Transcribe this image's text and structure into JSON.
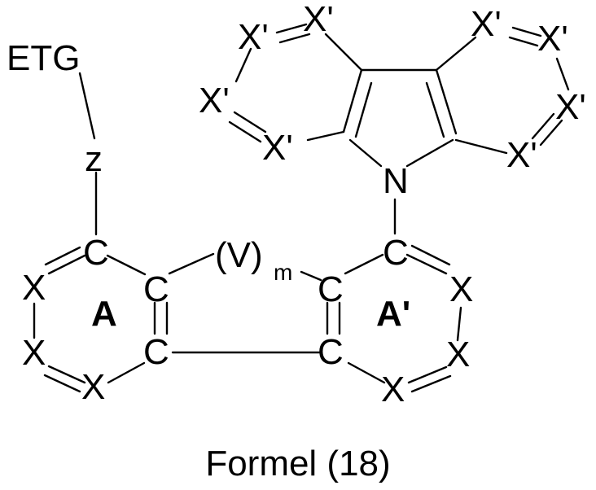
{
  "substituent": "ETG",
  "linker": "z",
  "carbon": "C",
  "nitrogen": "N",
  "x_atom": "X",
  "x_prime_atom": "X'",
  "bridge_group": "(V)",
  "bridge_subscript": "m",
  "ring_left_label": "A",
  "ring_right_label": "A'",
  "caption": "Formel (18)"
}
